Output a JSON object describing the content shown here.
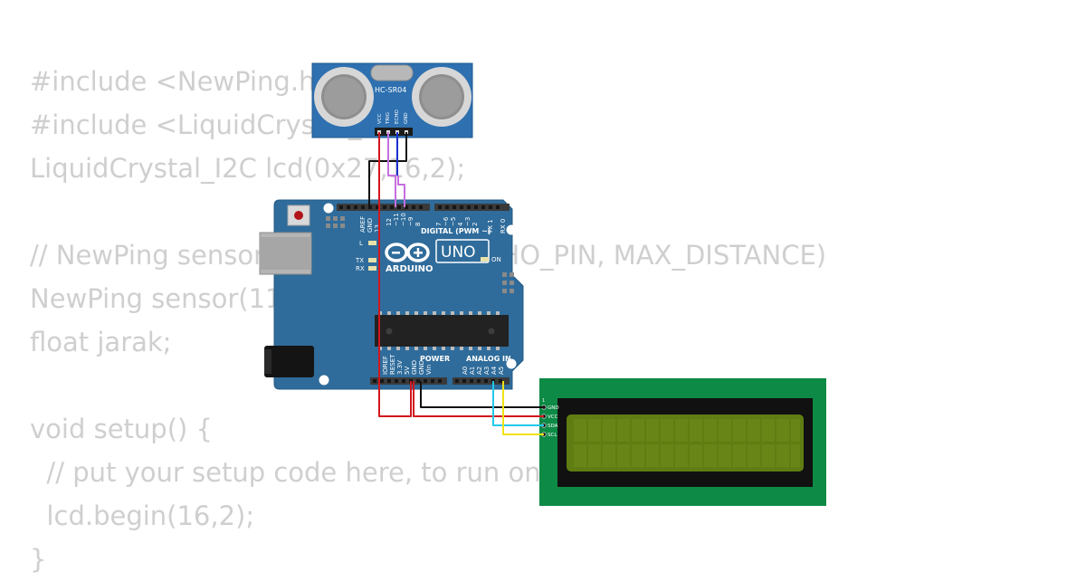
{
  "code": {
    "lines": [
      "#include <NewPing.h>",
      "#include <LiquidCrystal_I2C.h>",
      "LiquidCrystal_I2C lcd(0x27,16,2);",
      "",
      "// NewPing sensor(TRIGGER_PIN, ECHO_PIN, MAX_DISTANCE)",
      "NewPing sensor(11,10,400);",
      "float jarak;",
      "",
      "void setup() {",
      "  // put your setup code here, to run once:",
      "  lcd.begin(16,2);",
      "}"
    ]
  },
  "sensor": {
    "name": "HC-SR04",
    "pins": [
      "VCC",
      "TRIG",
      "ECHO",
      "GND"
    ]
  },
  "arduino": {
    "brand": "ARDUINO",
    "model": "UNO",
    "digital_label": "DIGITAL (PWM ~)",
    "power_label": "POWER",
    "analog_label": "ANALOG IN",
    "on_label": "ON",
    "l_label": "L",
    "tx_label": "TX",
    "rx_label": "RX",
    "digital_pins": [
      "AREF",
      "GND",
      "13",
      "12",
      "~11",
      "~10",
      "~9",
      "8",
      "7",
      "~6",
      "~5",
      "4",
      "~3",
      "2",
      "TX 1",
      "RX 0"
    ],
    "power_pins": [
      "IOREF",
      "RESET",
      "3.3V",
      "5V",
      "GND",
      "GND",
      "Vin"
    ],
    "analog_pins": [
      "A0",
      "A1",
      "A2",
      "A3",
      "A4",
      "A5"
    ]
  },
  "lcd": {
    "pin1": "1",
    "pins": [
      "GND",
      "VCC",
      "SDA",
      "SCL"
    ]
  },
  "colors": {
    "code_text": "#cfcfcf",
    "board_blue": "#2f6c9b",
    "wire_red": "#d2161c",
    "wire_black": "#111111",
    "wire_blue": "#1a2fcf",
    "wire_violet": "#c66ee0",
    "wire_cyan": "#22c9ea",
    "wire_yellow": "#f2e214",
    "lcd_pcb": "#0d8a45",
    "lcd_screen": "#5f7d12"
  }
}
